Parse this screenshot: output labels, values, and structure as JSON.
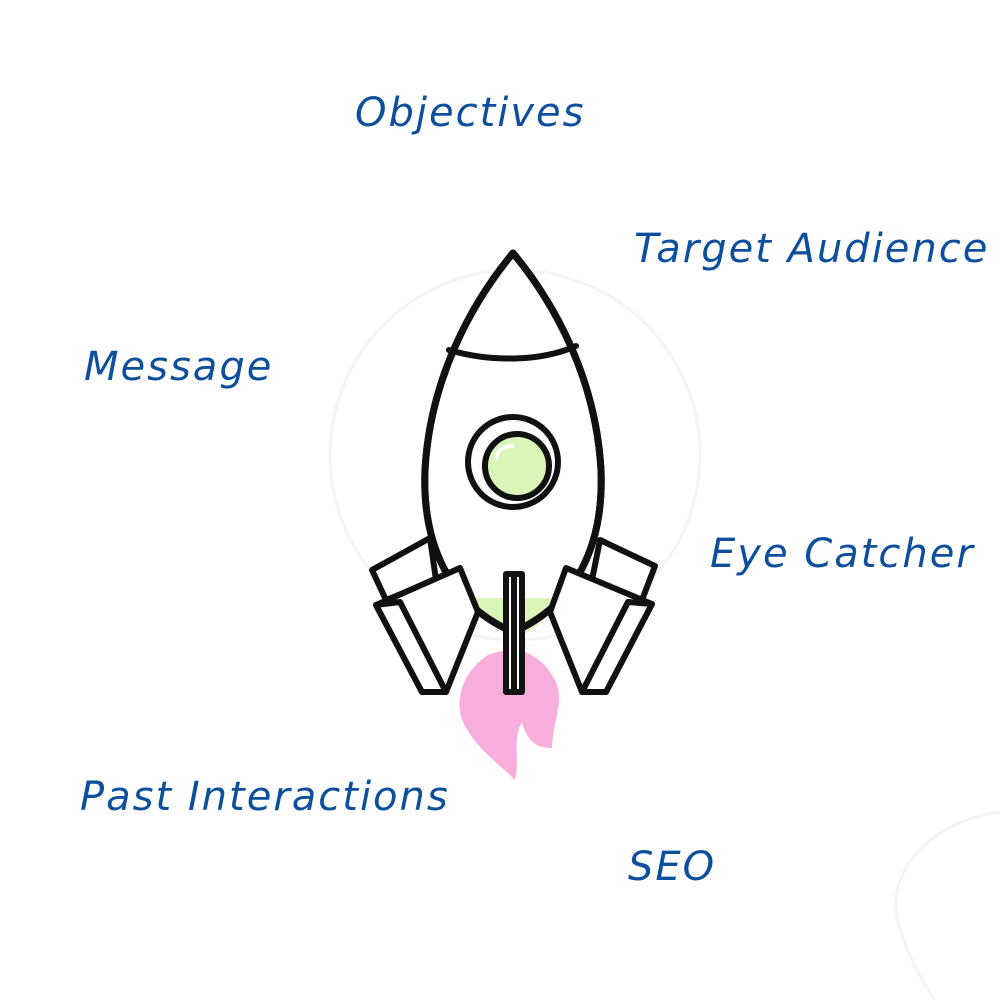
{
  "labels": {
    "objectives": "Objectives",
    "target_audience": "Target Audience",
    "message": "Message",
    "eye_catcher": "Eye Catcher",
    "past_interactions": "Past Interactions",
    "seo": "SEO"
  },
  "colors": {
    "label_text": "#0d4f9c",
    "outline": "#111111",
    "window_glass": "#d9f5b8",
    "flame": "#f7aedc"
  },
  "illustration": {
    "subject": "rocket-icon"
  }
}
